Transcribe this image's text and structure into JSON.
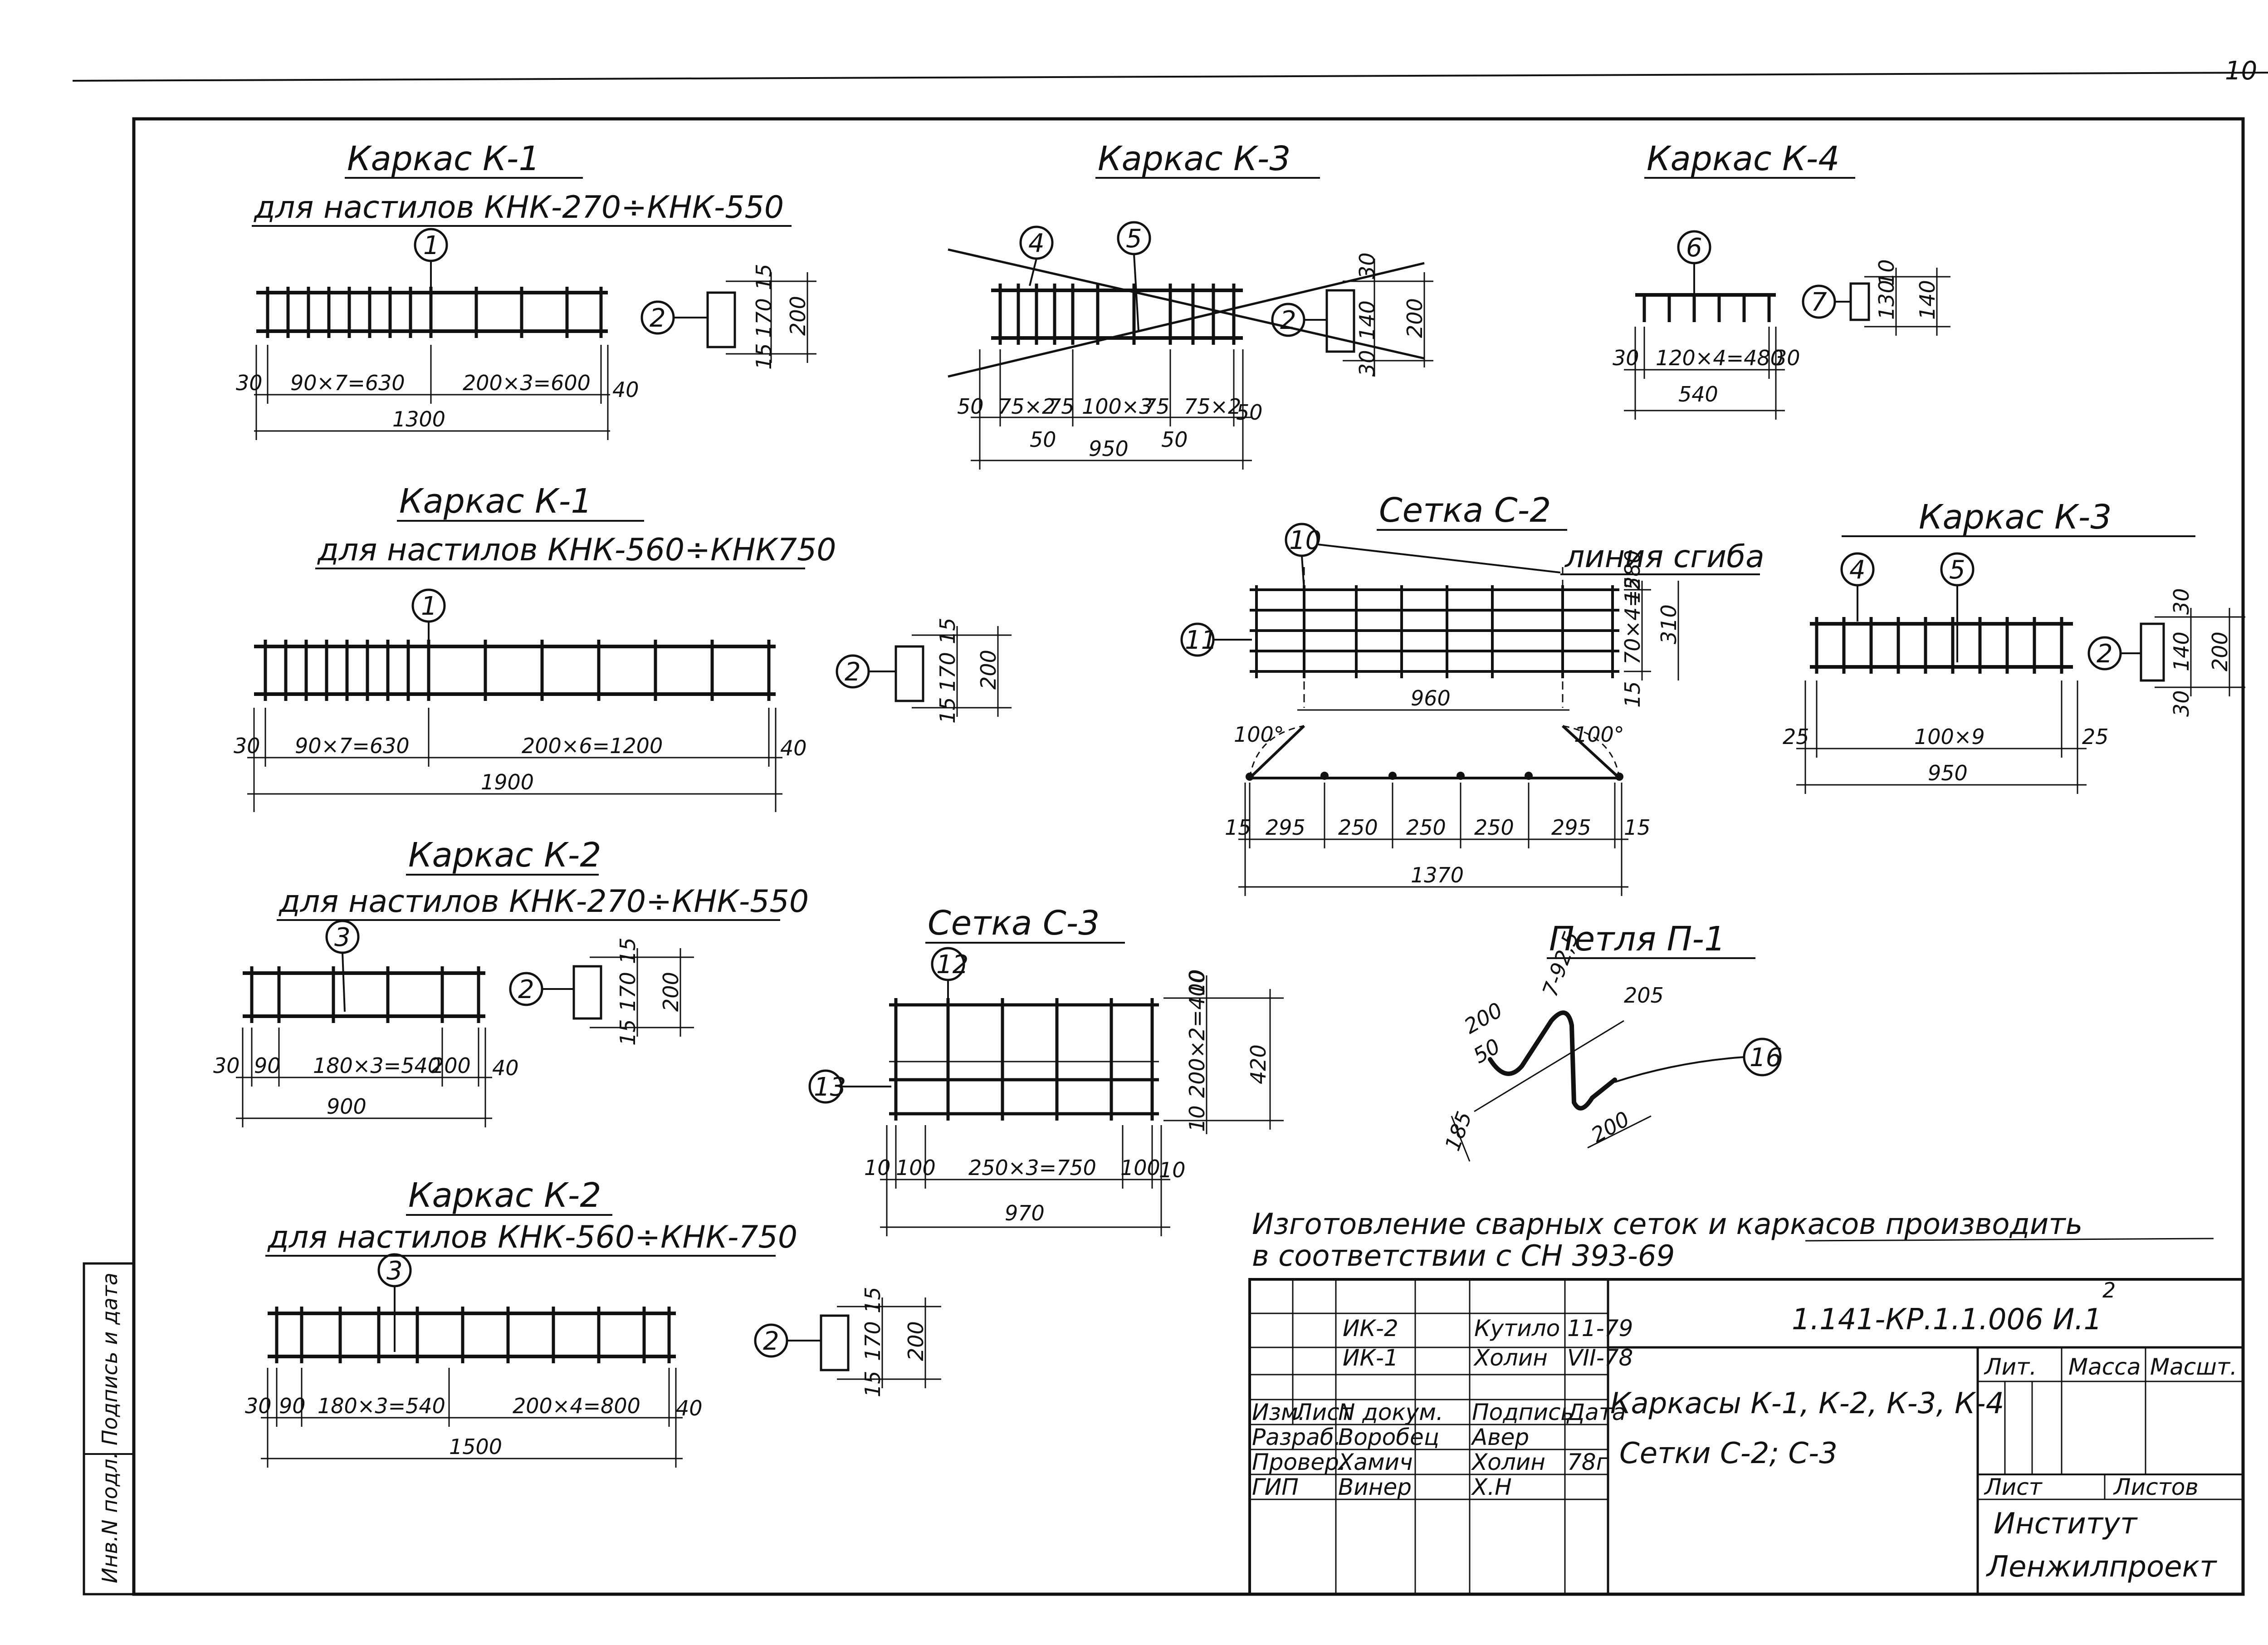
{
  "sheet": {
    "page_number": "10",
    "side_strip_label": "Инв.N подл.  Подпись и дата"
  },
  "drawings": {
    "k1a": {
      "title": "Каркас К-1",
      "subtitle": "для настилов  КНК-270÷КНК-550",
      "marks": [
        "1",
        "2"
      ],
      "dims": [
        "30",
        "90×7=630",
        "200×3=600",
        "40",
        "1300",
        "15",
        "170",
        "15",
        "200"
      ]
    },
    "k3a": {
      "title": "Каркас К-3",
      "marks": [
        "4",
        "5",
        "2"
      ],
      "dims": [
        "50",
        "75×2",
        "75",
        "100×3",
        "75",
        "75×2",
        "50",
        "50",
        "50",
        "950",
        "30",
        "140",
        "30",
        "200"
      ]
    },
    "k4": {
      "title": "Каркас К-4",
      "marks": [
        "6",
        "7"
      ],
      "dims": [
        "30",
        "120×4=480",
        "30",
        "540",
        "10",
        "130",
        "140"
      ]
    },
    "k1b": {
      "title": "Каркас К-1",
      "subtitle": "для настилов КНК-560÷КНК750",
      "marks": [
        "1",
        "2"
      ],
      "dims": [
        "30",
        "90×7=630",
        "200×6=1200",
        "40",
        "1900",
        "15",
        "170",
        "15",
        "200"
      ]
    },
    "c2": {
      "title": "Сетка С-2",
      "bend_line": "линия сгиба",
      "marks": [
        "10",
        "11"
      ],
      "dims": [
        "15",
        "70×4=280",
        "15",
        "310",
        "960",
        "100°",
        "100°",
        "15",
        "295",
        "250",
        "250",
        "250",
        "295",
        "15",
        "1370"
      ]
    },
    "k3b": {
      "title": "Каркас К-3",
      "marks": [
        "4",
        "5",
        "2"
      ],
      "dims": [
        "25",
        "100×9",
        "25",
        "950",
        "30",
        "140",
        "30",
        "200"
      ]
    },
    "k2a": {
      "title": "Каркас К-2",
      "subtitle": "для настилов  КНК-270÷КНК-550",
      "marks": [
        "3",
        "2"
      ],
      "dims": [
        "30",
        "90",
        "180×3=540",
        "200",
        "40",
        "900",
        "15",
        "170",
        "15",
        "200"
      ]
    },
    "c3": {
      "title": "Сетка С-3",
      "marks": [
        "12",
        "13"
      ],
      "dims": [
        "10",
        "200×2=400",
        "10",
        "420",
        "10",
        "100",
        "250×3=750",
        "100",
        "10",
        "970"
      ]
    },
    "p1": {
      "title": "Петля П-1",
      "marks": [
        "16"
      ],
      "dims": [
        "200",
        "50",
        "7-92,5",
        "205",
        "185",
        "200"
      ]
    },
    "k2b": {
      "title": "Каркас  К-2",
      "subtitle": "для настилов КНК-560÷КНК-750",
      "marks": [
        "3",
        "2"
      ],
      "dims": [
        "30",
        "90",
        "180×3=540",
        "200×4=800",
        "40",
        "1500",
        "15",
        "170",
        "15",
        "200"
      ]
    }
  },
  "note": {
    "line1": "Изготовление сварных сеток и каркасов производить",
    "line2": "в соответствии с СН 393-69"
  },
  "title_block": {
    "doc_code": "1.141-КР.1.1.006 И.1",
    "revision_mark": "2",
    "title_line1": "Каркасы К-1, К-2, К-3, К-4",
    "title_line2": "Сетки С-2; С-3",
    "head_lit": "Лит.",
    "head_mass": "Масса",
    "head_scale": "Масшт.",
    "sheet_label": "Лист",
    "sheets_label": "Листов",
    "org_line1": "Институт",
    "org_line2": "Ленжилпроект",
    "revisions": [
      {
        "doc": "ИК-2",
        "sign": "Кутило",
        "date": "11-79"
      },
      {
        "doc": "ИК-1",
        "sign": "Холин",
        "date": "VII-78"
      }
    ],
    "rev_header": {
      "change": "Изм.",
      "sheet": "Лист",
      "doc": "N докум.",
      "sign": "Подпись",
      "date": "Дата"
    },
    "people": [
      {
        "role": "Разраб.",
        "name": "Воробец",
        "sign": "Авер",
        "date": ""
      },
      {
        "role": "Провер.",
        "name": "Хамич",
        "sign": "Холин",
        "date": "78г"
      },
      {
        "role": "ГИП",
        "name": "Винер",
        "sign": "Х.Н",
        "date": ""
      }
    ]
  }
}
